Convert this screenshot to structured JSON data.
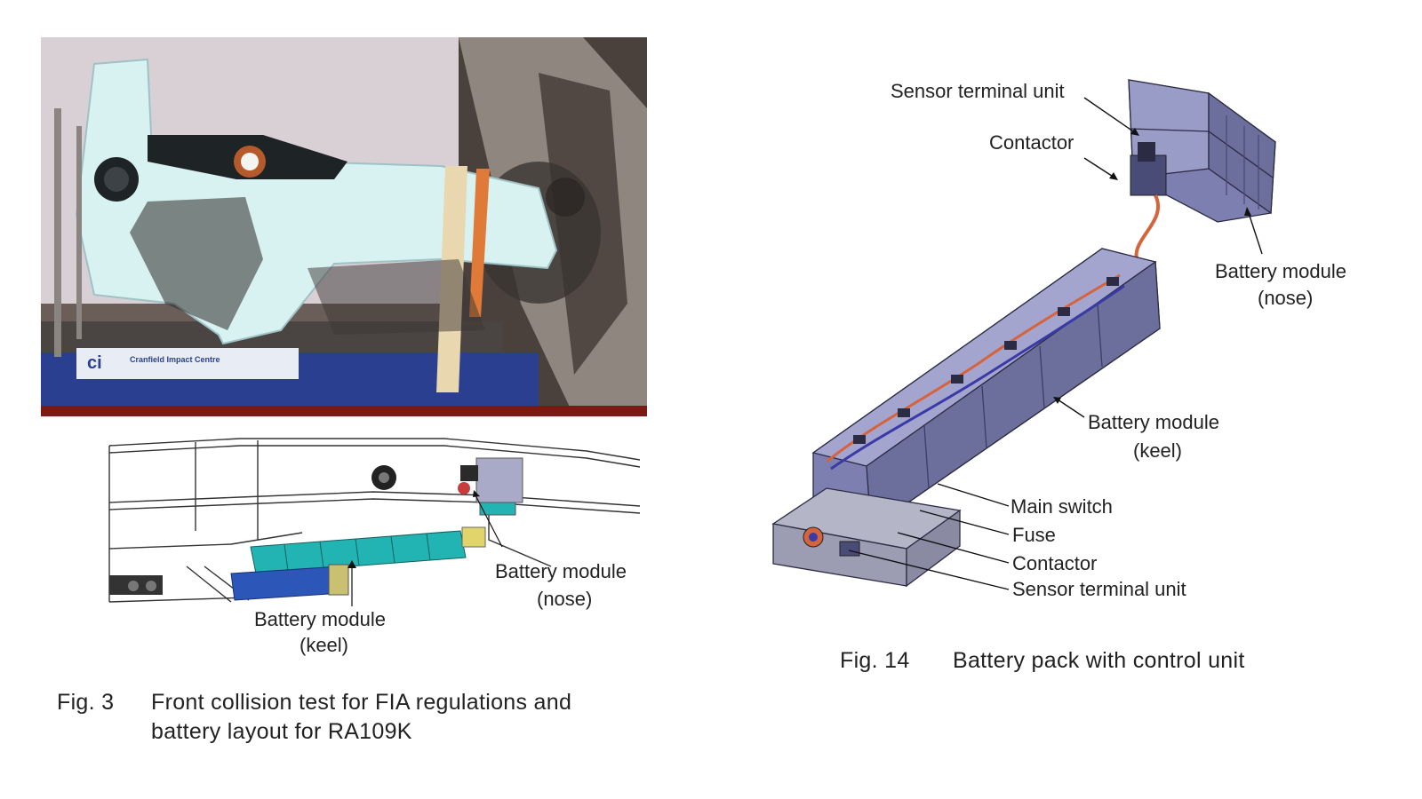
{
  "figure3": {
    "photo": {
      "banner_text": "Cranfield Impact Centre"
    },
    "labels": {
      "battery_module_nose_line1": "Battery module",
      "battery_module_nose_line2": "(nose)",
      "battery_module_keel_line1": "Battery module",
      "battery_module_keel_line2": "(keel)"
    },
    "caption": {
      "number": "Fig. 3",
      "line1": "Front collision test for FIA regulations and",
      "line2": "battery layout for RA109K"
    }
  },
  "figure14": {
    "labels": {
      "sensor_terminal_unit_top": "Sensor terminal unit",
      "contactor_top": "Contactor",
      "battery_module_nose_line1": "Battery module",
      "battery_module_nose_line2": "(nose)",
      "battery_module_keel_line1": "Battery module",
      "battery_module_keel_line2": "(keel)",
      "main_switch": "Main switch",
      "fuse": "Fuse",
      "contactor_bottom": "Contactor",
      "sensor_terminal_unit_bottom": "Sensor terminal unit"
    },
    "caption": {
      "number": "Fig. 14",
      "text": "Battery pack with control unit"
    }
  },
  "colors": {
    "battery_teal": "#22b3b3",
    "battery_blue": "#2c56b8",
    "pack_purple": "#7d7fb0",
    "cable_orange": "#d5643c",
    "car_body": "#d8f1f1"
  }
}
